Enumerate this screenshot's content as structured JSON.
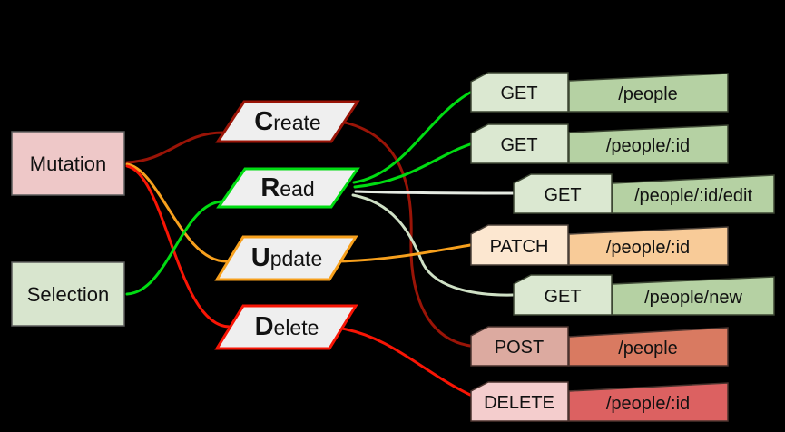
{
  "background": "#000000",
  "nodes": {
    "mutation": {
      "label": "Mutation",
      "fill": "#eec8c8",
      "border": "#5c5c5c"
    },
    "selection": {
      "label": "Selection",
      "fill": "#d8e5ce",
      "border": "#5c5c5c"
    }
  },
  "crud": [
    {
      "id": "create",
      "initial": "C",
      "rest": "reate",
      "fill": "#efefef",
      "border": "#9a1407"
    },
    {
      "id": "read",
      "initial": "R",
      "rest": "ead",
      "fill": "#efefef",
      "border": "#00dc12"
    },
    {
      "id": "update",
      "initial": "U",
      "rest": "pdate",
      "fill": "#efefef",
      "border": "#f7a01d"
    },
    {
      "id": "delete",
      "initial": "D",
      "rest": "elete",
      "fill": "#efefef",
      "border": "#f81505"
    }
  ],
  "routes": [
    {
      "method": "GET",
      "path": "/people",
      "tag_fill": "#dbe8d1",
      "banner_fill": "#b5d1a3",
      "border": "#3c4633"
    },
    {
      "method": "GET",
      "path": "/people/:id",
      "tag_fill": "#dbe8d1",
      "banner_fill": "#b5d1a3",
      "border": "#3c4633"
    },
    {
      "method": "GET",
      "path": "/people/:id/edit",
      "tag_fill": "#dbe8d1",
      "banner_fill": "#b5d1a3",
      "border": "#3c4633"
    },
    {
      "method": "PATCH",
      "path": "/people/:id",
      "tag_fill": "#fce7d0",
      "banner_fill": "#f8cb98",
      "border": "#4a4038"
    },
    {
      "method": "GET",
      "path": "/people/new",
      "tag_fill": "#dbe8d1",
      "banner_fill": "#b5d1a3",
      "border": "#3c4633"
    },
    {
      "method": "POST",
      "path": "/people",
      "tag_fill": "#dcaaa0",
      "banner_fill": "#d97a61",
      "border": "#4a332e"
    },
    {
      "method": "DELETE",
      "path": "/people/:id",
      "tag_fill": "#f4cdcd",
      "banner_fill": "#dc6161",
      "border": "#4a332e"
    }
  ],
  "connections": [
    {
      "from": "Mutation",
      "to": "Create",
      "color": "#9a1407"
    },
    {
      "from": "Mutation",
      "to": "Update",
      "color": "#f7a01d"
    },
    {
      "from": "Mutation",
      "to": "Delete",
      "color": "#f81505"
    },
    {
      "from": "Selection",
      "to": "Read",
      "color": "#00dc12"
    },
    {
      "from": "Create",
      "to": "POST /people",
      "color": "#9a1407"
    },
    {
      "from": "Read",
      "to": "GET /people",
      "color": "#00dc12"
    },
    {
      "from": "Read",
      "to": "GET /people/:id",
      "color": "#00dc12"
    },
    {
      "from": "Read",
      "to": "GET /people/:id/edit",
      "color": "#e6ebe3"
    },
    {
      "from": "Read",
      "to": "GET /people/new",
      "color": "#cfe0c5"
    },
    {
      "from": "Update",
      "to": "PATCH /people/:id",
      "color": "#f7a01d"
    },
    {
      "from": "Delete",
      "to": "DELETE /people/:id",
      "color": "#f81505"
    }
  ]
}
